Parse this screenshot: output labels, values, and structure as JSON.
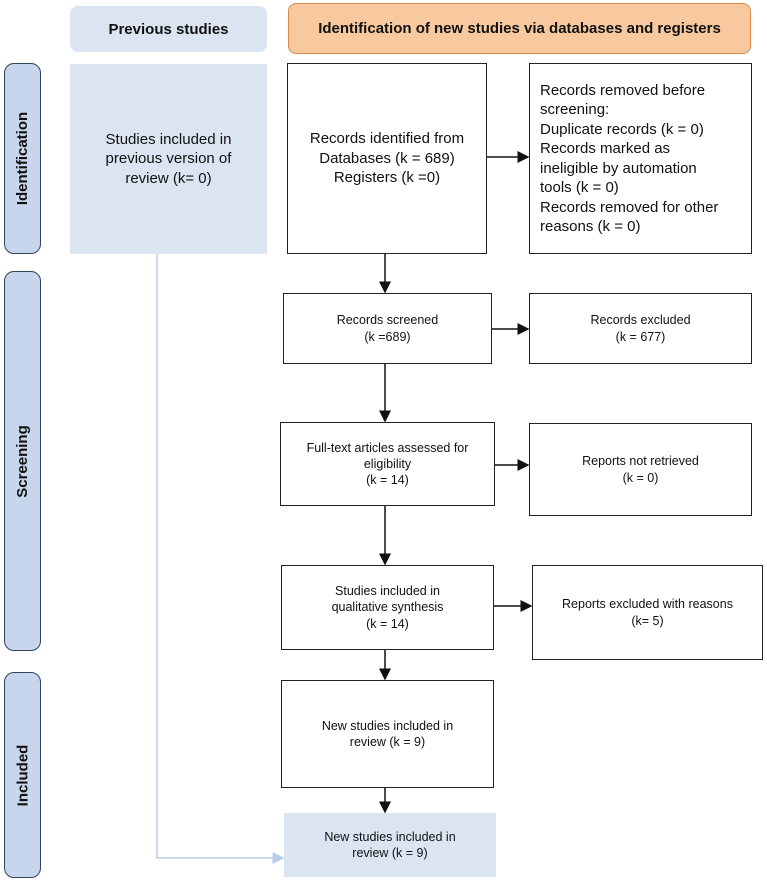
{
  "headers": {
    "previous": "Previous studies",
    "new": "Identification of new studies via databases and registers"
  },
  "phases": {
    "identification": "Identification",
    "screening": "Screening",
    "included": "Included"
  },
  "boxes": {
    "previous_included": "Studies included in\nprevious version of\nreview (k= 0)",
    "records_identified": "Records identified from\nDatabases (k = 689)\nRegisters (k =0)",
    "records_removed": "Records removed before\nscreening:\n Duplicate records (k = 0)\n Records marked as\nineligible by automation\ntools (k = 0)\nRecords removed for other\nreasons (k = 0)",
    "records_screened": "Records screened\n(k =689)",
    "records_excluded": "Records excluded\n(k = 677)",
    "full_text": "Full-text articles assessed for\neligibility\n(k = 14)",
    "not_retrieved": "Reports not retrieved\n(k = 0)",
    "qualitative": "Studies included in\nqualitative synthesis\n(k = 14)",
    "excluded_reasons": "Reports excluded with reasons\n(k= 5)",
    "new_included": "New studies included in\nreview (k = 9)",
    "total_included": "New studies included in\nreview (k = 9)"
  },
  "colors": {
    "phase_fill": "#c7d6ec",
    "previous_fill": "#dbe5f1",
    "header_orange": "#f8c99e",
    "arrow": "#111111",
    "light_arrow": "#b8cde6"
  }
}
